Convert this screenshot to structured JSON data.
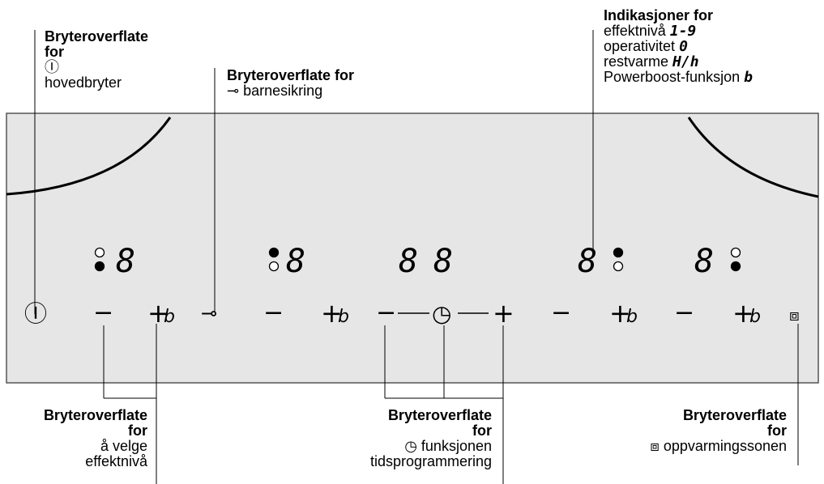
{
  "labels": {
    "main_switch": {
      "title": "Bryteroverflate",
      "title2": "for",
      "symbol": "Ⓘ",
      "text": "hovedbryter"
    },
    "child_lock": {
      "title": "Bryteroverflate for",
      "symbol": "⊸",
      "text": "barnesikring"
    },
    "indications": {
      "title": "Indikasjoner for",
      "line1": "effektnivå",
      "line1_disp": "1-9",
      "line2": "operativitet",
      "line2_disp": "0",
      "line3": "restvarme",
      "line3_disp": "H/h",
      "line4": "Powerboost-funksjon",
      "line4_disp": "b"
    },
    "power_level": {
      "title": "Bryteroverflate",
      "title2": "for",
      "line1": "å velge",
      "line2": "effektnivå"
    },
    "timer": {
      "title": "Bryteroverflate",
      "title2": "for",
      "symbol": "◷",
      "line1": "funksjonen",
      "line2": "tidsprogrammering"
    },
    "warming": {
      "title": "Bryteroverflate",
      "title2": "for",
      "symbol": "⧈",
      "text": "oppvarmingssonen"
    }
  },
  "panel": {
    "digit": "8",
    "minus": "−",
    "plus": "+",
    "boost": "b",
    "power_symbol": "Ⓘ",
    "key_symbol": "⊸",
    "clock_symbol": "◷",
    "warm_symbol": "⧈"
  },
  "colors": {
    "panel_fill": "#e6e6e6",
    "line": "#000000"
  }
}
